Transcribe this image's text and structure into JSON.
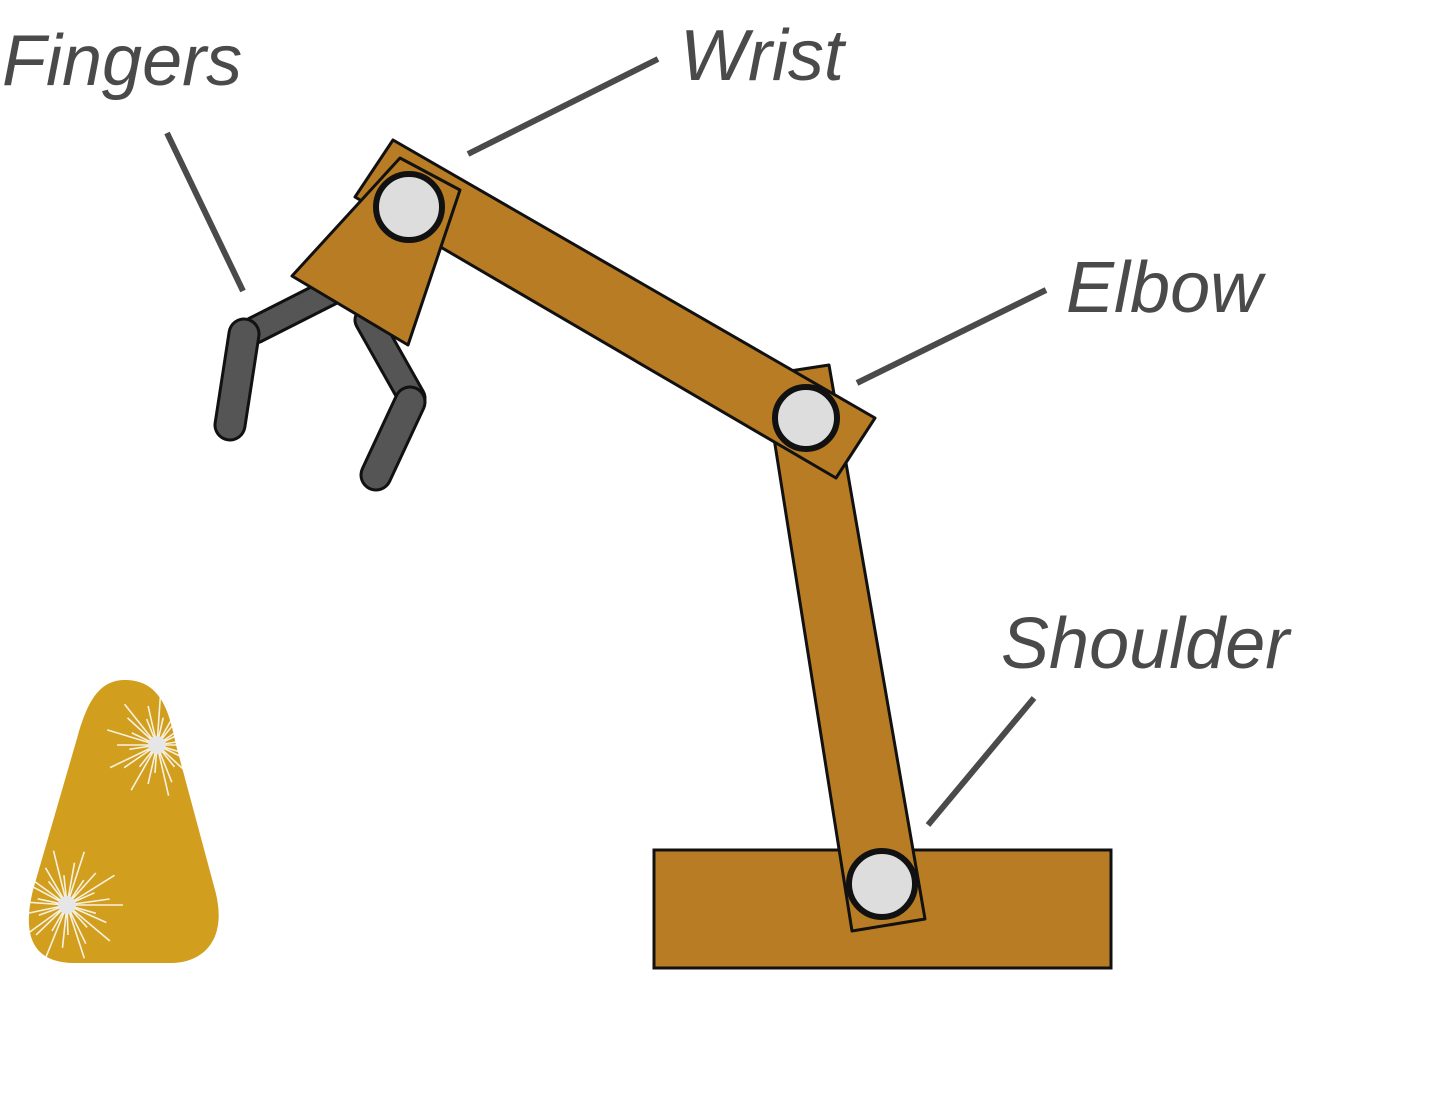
{
  "labels": {
    "fingers": "Fingers",
    "wrist": "Wrist",
    "elbow": "Elbow",
    "shoulder": "Shoulder"
  },
  "colors": {
    "arm": "#b87d24",
    "fingers": "#555555",
    "joint": "#dddddd",
    "outline": "#111111",
    "leader": "#4a4a4a",
    "label": "#4a4a4a",
    "gold": "#d19e1e",
    "sparkle": "#ffffff"
  }
}
